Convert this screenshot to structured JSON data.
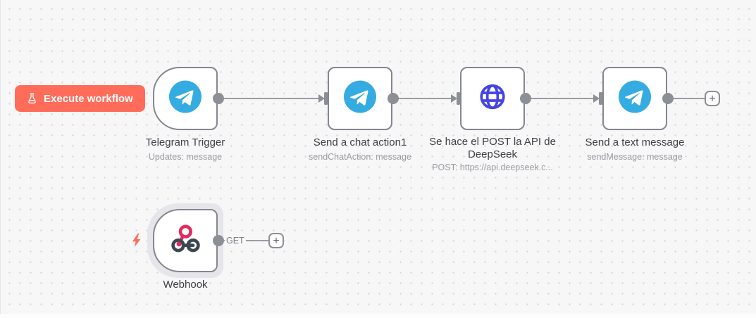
{
  "toolbar": {
    "execute_label": "Execute workflow"
  },
  "nodes": {
    "telegram_trigger": {
      "title": "Telegram Trigger",
      "subtitle": "Updates: message"
    },
    "chat_action": {
      "title": "Send a chat action1",
      "subtitle": "sendChatAction: message"
    },
    "http_request": {
      "title": "Se hace el POST la API de DeepSeek",
      "subtitle": "POST: https://api.deepseek.c..."
    },
    "text_message": {
      "title": "Send a text message",
      "subtitle": "sendMessage: message"
    },
    "webhook": {
      "title": "Webhook",
      "output_label": "GET"
    }
  },
  "buttons": {
    "add_node": "+"
  },
  "icons": [
    "flask-icon",
    "telegram-icon",
    "globe-icon",
    "webhook-icon",
    "lightning-bolt-icon",
    "plus-icon"
  ],
  "colors": {
    "accent": "#ff6d5a",
    "telegram_blue": "#35ace1",
    "http_indigo": "#4544e2",
    "webhook_pink": "#e62a5f",
    "webhook_dark": "#3d4752",
    "node_border": "#84868f",
    "connector_gray": "#8d8f96",
    "title_text": "#3e4045",
    "subtitle_text": "#9b9ca2",
    "canvas_bg": "#f7f7f8"
  }
}
